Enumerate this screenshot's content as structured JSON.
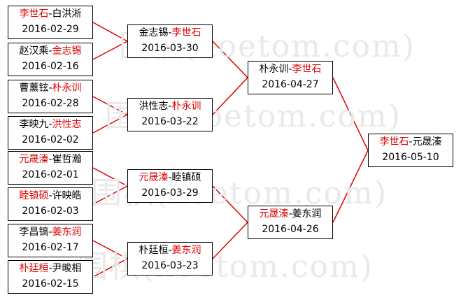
{
  "watermark": "围棋(hoetom.com)",
  "colors": {
    "winner": "#e00000",
    "line": "#e00000"
  },
  "round1": [
    {
      "winner": "李世石",
      "loser": "白洪淅",
      "winner_first": true,
      "date": "2016-02-29"
    },
    {
      "winner": "金志锡",
      "loser": "赵汉乘",
      "winner_first": false,
      "date": "2016-02-16"
    },
    {
      "winner": "朴永训",
      "loser": "曹薰铉",
      "winner_first": false,
      "date": "2016-02-28"
    },
    {
      "winner": "洪性志",
      "loser": "李映九",
      "winner_first": false,
      "date": "2016-02-02"
    },
    {
      "winner": "元晟溱",
      "loser": "崔哲瀚",
      "winner_first": true,
      "date": "2016-02-01"
    },
    {
      "winner": "睦镇硕",
      "loser": "许映皓",
      "winner_first": true,
      "date": "2016-02-03"
    },
    {
      "winner": "姜东润",
      "loser": "李昌镐",
      "winner_first": false,
      "date": "2016-02-17"
    },
    {
      "winner": "朴廷桓",
      "loser": "尹畯相",
      "winner_first": true,
      "date": "2016-02-15"
    }
  ],
  "round2": [
    {
      "winner": "李世石",
      "loser": "金志锡",
      "winner_first": false,
      "date": "2016-03-30"
    },
    {
      "winner": "朴永训",
      "loser": "洪性志",
      "winner_first": false,
      "date": "2016-03-22"
    },
    {
      "winner": "元晟溱",
      "loser": "睦镇硕",
      "winner_first": true,
      "date": "2016-03-29"
    },
    {
      "winner": "姜东润",
      "loser": "朴廷桓",
      "winner_first": false,
      "date": "2016-03-23"
    }
  ],
  "round3": [
    {
      "winner": "李世石",
      "loser": "朴永训",
      "winner_first": false,
      "date": "2016-04-27"
    },
    {
      "winner": "元晟溱",
      "loser": "姜东润",
      "winner_first": true,
      "date": "2016-04-26"
    }
  ],
  "final": [
    {
      "winner": "李世石",
      "loser": "元晟溱",
      "winner_first": true,
      "date": "2016-05-10"
    }
  ]
}
